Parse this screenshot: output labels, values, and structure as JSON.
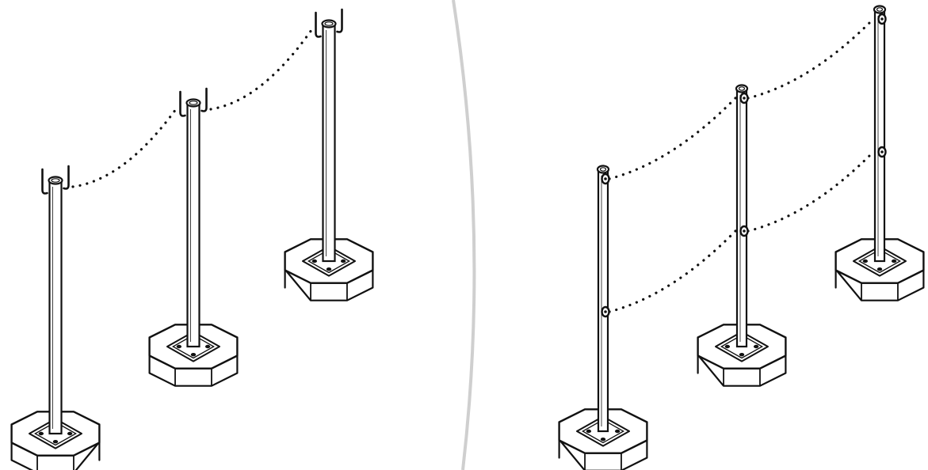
{
  "colors": {
    "background": "#ffffff",
    "line": "#111111",
    "divider": "#cfcfcf"
  },
  "left_panel": {
    "post_count": 3,
    "rope_row_count": 1,
    "attachment": "hook"
  },
  "right_panel": {
    "post_count": 3,
    "rope_row_count": 2,
    "attachment": "clip"
  }
}
